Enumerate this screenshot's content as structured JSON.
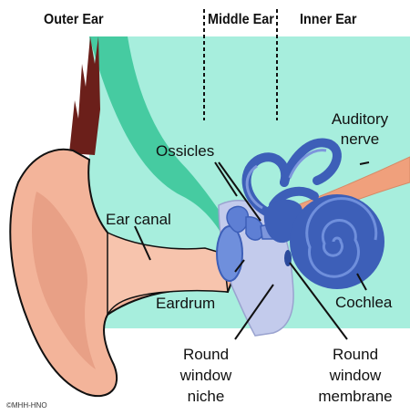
{
  "regions": {
    "outer_ear": "Outer Ear",
    "middle_ear": "Middle Ear",
    "inner_ear": "Inner Ear"
  },
  "labels": {
    "auditory_nerve_line1": "Auditory",
    "auditory_nerve_line2": "nerve",
    "ossicles": "Ossicles",
    "ear_canal": "Ear canal",
    "eardrum": "Eardrum",
    "cochlea": "Cochlea",
    "round_window_niche_line1": "Round",
    "round_window_niche_line2": "window",
    "round_window_niche_line3": "niche",
    "round_window_membrane_line1": "Round",
    "round_window_membrane_line2": "window",
    "round_window_membrane_line3": "membrane"
  },
  "copyright": "©MHH-HNO",
  "colors": {
    "background": "#ffffff",
    "tissue_teal": "#a7eedd",
    "canal_green": "#3cc79a",
    "skin": "#f3b49a",
    "skin_dark": "#df8f76",
    "hair": "#6b1f1a",
    "bone_blue": "#3d5fb8",
    "bone_blue_light": "#6f8fdc",
    "middle_ear_cavity": "#c3cbec",
    "nerve": "#f0a07c",
    "outline": "#111111"
  }
}
